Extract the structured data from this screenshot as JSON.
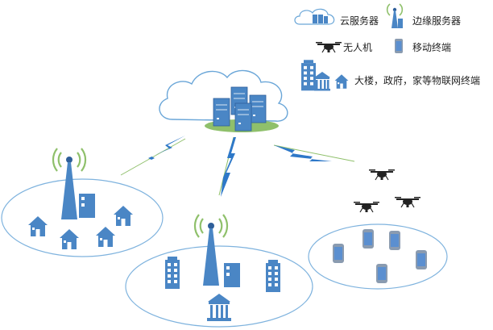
{
  "legend": {
    "cloud_server": "云服务器",
    "edge_server": "边缘服务器",
    "drone": "无人机",
    "mobile_terminal": "移动终端",
    "iot_terminal": "大楼，政府，家等物联网终端"
  },
  "colors": {
    "blue": "#4a86c5",
    "dark_blue": "#2f5f9a",
    "green": "#8fc06b",
    "ellipse_stroke": "#7fb3de",
    "cloud_stroke": "#6aa6d8",
    "link": "#2e78c8",
    "phone": "#5b8fd0"
  }
}
